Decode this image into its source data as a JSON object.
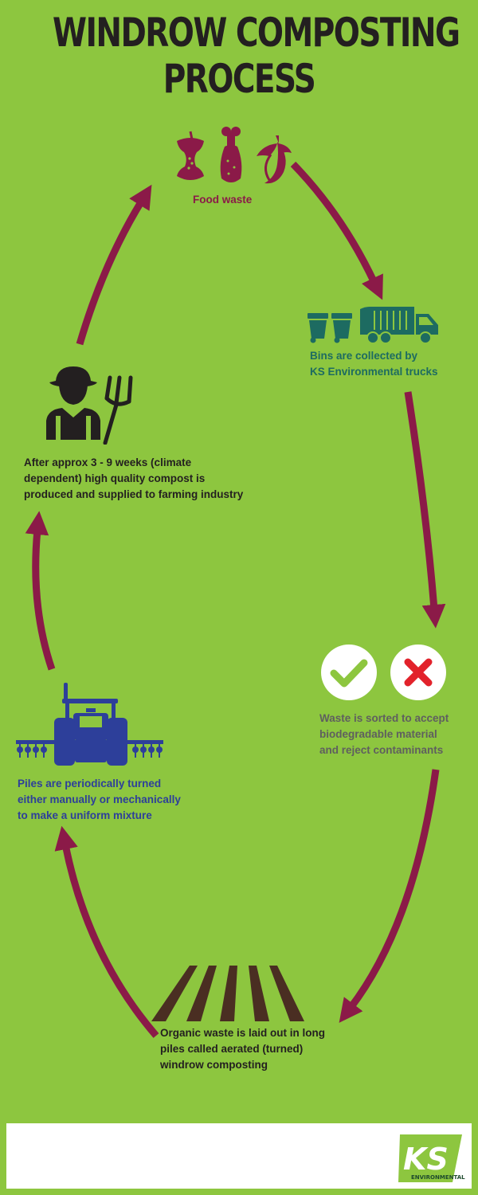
{
  "title": {
    "line1": "WINDROW COMPOSTING",
    "line2": "PROCESS"
  },
  "steps": {
    "food_waste": "Food waste",
    "bins": "Bins are collected by\nKS Environmental trucks",
    "sorting": "Waste is sorted to accept\nbiodegradable material\nand reject contaminants",
    "windrow": "Organic waste is laid out in long\npiles called aerated (turned)\nwindrow composting",
    "turning": "Piles are periodically turned\neither manually or mechanically\nto make a uniform mixture",
    "compost": "After approx 3 - 9 weeks (climate\ndependent) high quality compost is\nproduced and supplied to farming industry"
  },
  "logo": {
    "text": "KS",
    "subtext": "ENVIRONMENTAL"
  },
  "colors": {
    "background": "#8dc63f",
    "arrow": "#8b1a48",
    "teal": "#1d6b61",
    "blue": "#2d3f9a",
    "grey": "#5f5f5f",
    "dark": "#231f20",
    "check": "#8dc63f",
    "cross": "#e2222b"
  },
  "icons": [
    "apple-core-icon",
    "chicken-leg-icon",
    "banana-peel-icon",
    "wheelie-bin-icon",
    "garbage-truck-icon",
    "check-icon",
    "cross-icon",
    "windrow-rows-icon",
    "tractor-icon",
    "farmer-icon",
    "pitchfork-icon"
  ]
}
